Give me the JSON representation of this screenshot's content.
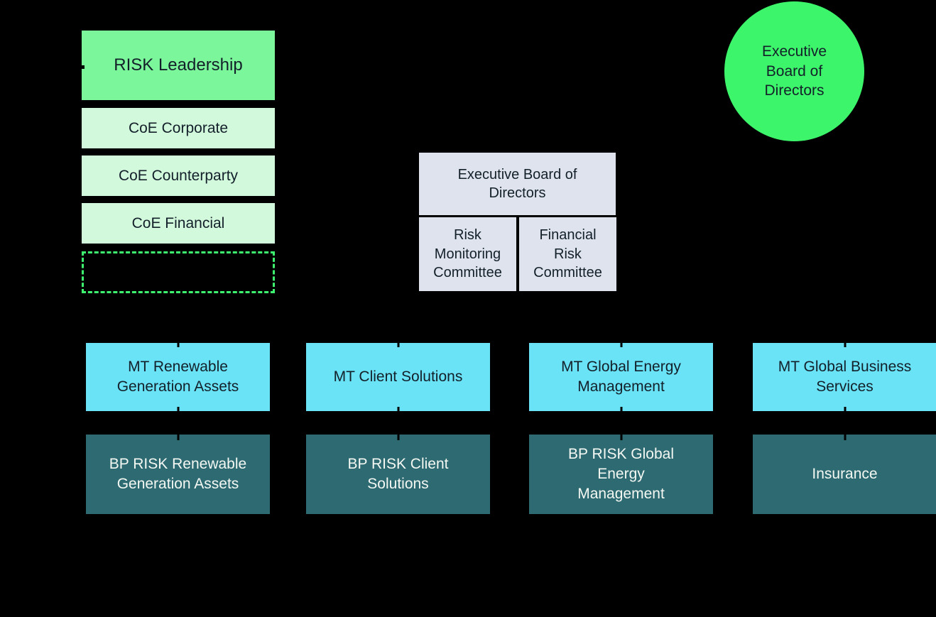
{
  "colors": {
    "background": "#000000",
    "leadership_green": "#7BF69B",
    "pale_green": "#D3F9DD",
    "dashed_border_green": "#3DF56F",
    "circle_green": "#3CF56A",
    "committee_lavender": "#DEE3EE",
    "mt_cyan": "#6AE3F7",
    "bp_teal": "#2E6A72",
    "dark_text": "#13202A",
    "light_text": "#F4F8F3"
  },
  "left_column": {
    "leadership_label": "RISK Leadership",
    "coe_items": [
      {
        "label": "CoE Corporate"
      },
      {
        "label": "CoE Counterparty"
      },
      {
        "label": "CoE Financial"
      }
    ],
    "placeholder_label": ""
  },
  "governance": {
    "board_label": "Executive Board of\nDirectors",
    "committees": [
      {
        "label": "Risk\nMonitoring\nCommittee"
      },
      {
        "label": "Financial\nRisk\nCommittee"
      }
    ]
  },
  "board_circle": {
    "label": "Executive\nBoard of\nDirectors"
  },
  "mt_row": [
    {
      "label": "MT Renewable\nGeneration Assets"
    },
    {
      "label": "MT Client Solutions"
    },
    {
      "label": "MT Global Energy\nManagement"
    },
    {
      "label": "MT Global Business\nServices"
    }
  ],
  "bp_row": [
    {
      "label": "BP RISK Renewable\nGeneration Assets"
    },
    {
      "label": "BP RISK Client\nSolutions"
    },
    {
      "label": "BP RISK Global\nEnergy\nManagement"
    },
    {
      "label": "Insurance"
    }
  ]
}
